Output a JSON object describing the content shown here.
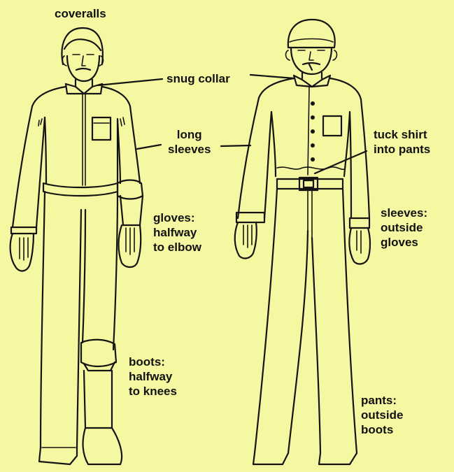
{
  "labels": {
    "coveralls": "coveralls",
    "snug_collar": "snug collar",
    "long_sleeves": [
      "long",
      "sleeves"
    ],
    "tuck_shirt": [
      "tuck shirt",
      "into pants"
    ],
    "gloves": [
      "gloves:",
      "halfway",
      "to elbow"
    ],
    "sleeves_outside": [
      "sleeves:",
      "outside",
      "gloves"
    ],
    "boots": [
      "boots:",
      "halfway",
      "to knees"
    ],
    "pants_outside": [
      "pants:",
      "outside",
      "boots"
    ]
  },
  "colors": {
    "background": "#f6f7a1",
    "ink": "#141414"
  }
}
